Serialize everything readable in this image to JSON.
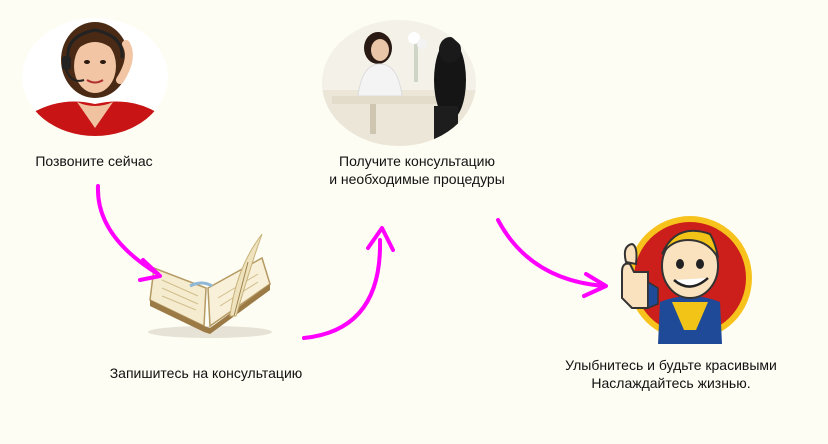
{
  "steps": [
    {
      "id": "call",
      "lines": [
        "Позвоните сейчас"
      ],
      "icon": "operator-headset-icon"
    },
    {
      "id": "signup",
      "lines": [
        "Запишитесь на консультацию"
      ],
      "icon": "book-quill-icon"
    },
    {
      "id": "consult",
      "lines": [
        "Получите консультацию",
        "и необходимые процедуры"
      ],
      "icon": "consultation-photo-icon"
    },
    {
      "id": "smile",
      "lines": [
        "Улыбнитесь и будьте красивыми",
        "Наслаждайтесь жизнью."
      ],
      "icon": "thumbs-up-mascot-icon"
    }
  ],
  "colors": {
    "arrow": "#ff00ff",
    "background": "#fdfdf3"
  }
}
